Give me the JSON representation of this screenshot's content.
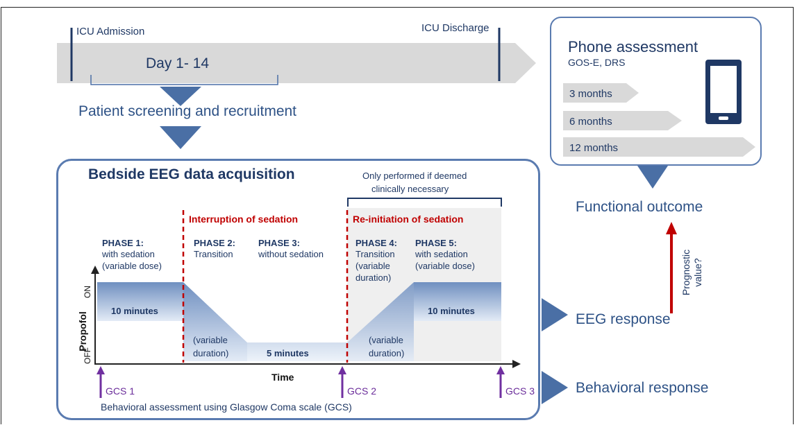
{
  "timeline": {
    "icu_admission": "ICU Admission",
    "icu_discharge": "ICU Discharge",
    "days": "Day 1- 14",
    "screening": "Patient screening and recruitment"
  },
  "phone": {
    "title": "Phone assessment",
    "scales": "GOS-E, DRS",
    "months": [
      "3 months",
      "6 months",
      "12 months"
    ]
  },
  "eeg": {
    "title": "Bedside EEG data acquisition",
    "note_line1": "Only performed if deemed",
    "note_line2": "clinically necessary",
    "interruption": "Interruption of sedation",
    "reinitiation": "Re-initiation of sedation",
    "phases": [
      {
        "title": "PHASE 1:",
        "lines": [
          "with sedation",
          "(variable dose)"
        ]
      },
      {
        "title": "PHASE 2:",
        "lines": [
          "Transition"
        ]
      },
      {
        "title": "PHASE 3:",
        "lines": [
          "without sedation"
        ]
      },
      {
        "title": "PHASE 4:",
        "lines": [
          "Transition",
          "(variable",
          "duration)"
        ]
      },
      {
        "title": "PHASE 5:",
        "lines": [
          "with sedation",
          "(variable dose)"
        ]
      }
    ],
    "blocks": {
      "p1_duration": "10 minutes",
      "p2_duration_l1": "(variable",
      "p2_duration_l2": "duration)",
      "p3_duration": "5 minutes",
      "p4_duration_l1": "(variable",
      "p4_duration_l2": "duration)",
      "p5_duration": "10 minutes"
    },
    "y_axis": "Propofol",
    "y_on": "ON",
    "y_off": "OFF",
    "x_axis": "Time",
    "gcs": [
      "GCS 1",
      "GCS 2",
      "GCS 3"
    ],
    "behavioral_assessment": "Behavioral assessment using Glasgow Coma scale (GCS)"
  },
  "outcomes": {
    "functional": "Functional outcome",
    "eeg_response": "EEG response",
    "behavioral_response": "Behavioral response",
    "prognostic": "Prognostic value?"
  },
  "colors": {
    "timeline_gray": "#d9d9d9",
    "dark_blue": "#1f3864",
    "arrow_blue": "#4a6fa5",
    "red": "#c00000",
    "purple": "#7030a0"
  }
}
